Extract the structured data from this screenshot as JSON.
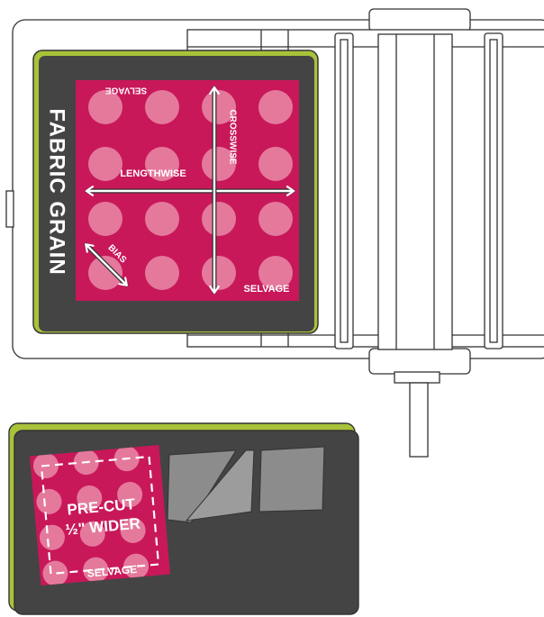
{
  "diagram": {
    "title": "FABRIC GRAIN",
    "labels": {
      "selvage_top": "SELVAGE",
      "selvage_bottom": "SELVAGE",
      "lengthwise": "LENGTHWISE",
      "crosswise": "CROSSWISE",
      "bias": "BIAS"
    }
  },
  "lower_panel": {
    "line1": "PRE-CUT",
    "line2": "½\" WIDER",
    "selvage": "SELVAGE"
  },
  "colors": {
    "fabric": "#c8185a",
    "dots": "#e4799c",
    "board": "#444444",
    "accent": "#a8c23a",
    "outline": "#333333",
    "swatch_gray": "#8c8c8c",
    "swatch_gray_light": "#9c9c9c"
  }
}
